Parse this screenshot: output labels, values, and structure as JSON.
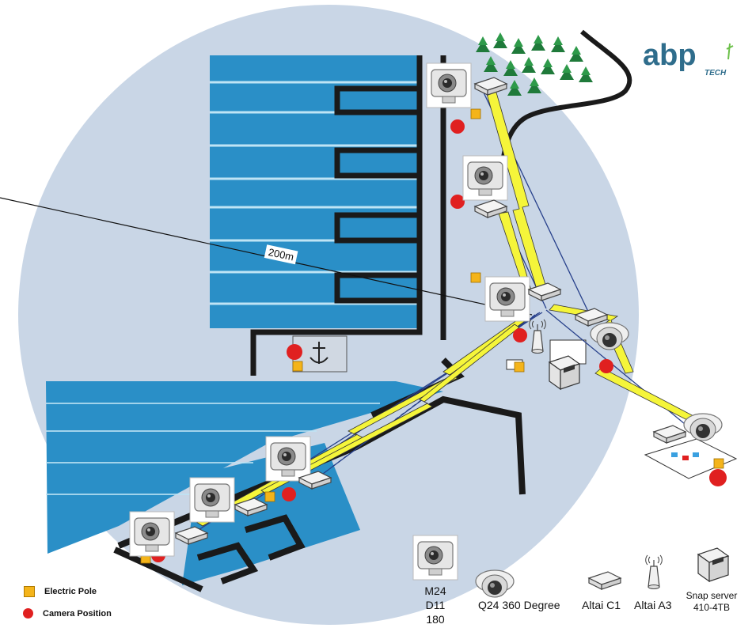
{
  "logo": {
    "text": "abp",
    "tagline": "TECH",
    "color": "#2f6d8c",
    "accent": "#6cc04a"
  },
  "distance_label": "200m",
  "legend": [
    {
      "label": "Electric Pole",
      "symbol": "electric-pole",
      "color": "#f4b41a"
    },
    {
      "label": "Camera Position",
      "symbol": "camera-position",
      "color": "#e02020"
    }
  ],
  "equipment_key": [
    {
      "id": "m24",
      "lines": [
        "M24",
        "D11",
        "180"
      ],
      "icon": "box-camera-icon"
    },
    {
      "id": "q24",
      "lines": [
        "Q24 360 Degree"
      ],
      "icon": "dome-camera-icon"
    },
    {
      "id": "c1",
      "lines": [
        "Altai C1"
      ],
      "icon": "access-point-icon"
    },
    {
      "id": "a3",
      "lines": [
        "Altai A3"
      ],
      "icon": "antenna-icon"
    },
    {
      "id": "snap",
      "lines": [
        "Snap server",
        "410-4TB"
      ],
      "icon": "server-icon"
    }
  ],
  "colors": {
    "water": "#2a8fc7",
    "coverage": "#c9d6e6",
    "wireless": "#f5f53a",
    "link": "#27408b",
    "road": "#1a1a1a"
  }
}
